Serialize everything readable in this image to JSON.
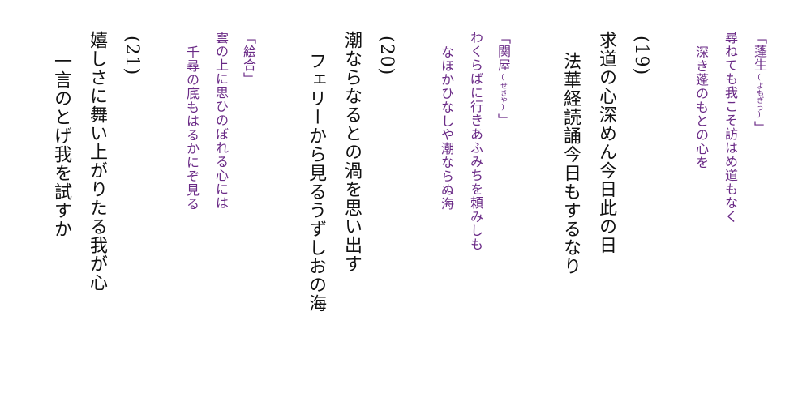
{
  "poems": [
    {
      "number": "(19)",
      "lines": [
        "求道の心深めん今日此の日",
        "法華経読誦今日もするなり"
      ],
      "reference": {
        "open": "「",
        "title": "蓬生",
        "reading": "(よもぎう)",
        "close": "」",
        "lines": [
          "尋ねても我こそ訪はめ道もなく",
          "深き蓬のもとの心を"
        ]
      }
    },
    {
      "number": "(20)",
      "lines": [
        "潮ならなるとの渦を思い出す",
        "フェリーから見るうずしおの海"
      ],
      "reference": {
        "open": "「",
        "title": "関屋",
        "reading": "(せきや)",
        "close": "」",
        "lines": [
          "わくらばに行きあふみちを頼みしも",
          "なほかひなしや潮ならぬ海"
        ]
      }
    },
    {
      "number": "(21)",
      "lines": [
        "嬉しさに舞い上がりたる我が心",
        "一言のとげ我を試すか"
      ],
      "reference": {
        "open": "「",
        "title": "絵合",
        "close": "」",
        "lines": [
          "雲の上に思ひのぼれる心には",
          "千尋の底もはるかにぞ見る"
        ]
      }
    }
  ],
  "colors": {
    "verse": "#111111",
    "reference": "#6a2a86"
  }
}
